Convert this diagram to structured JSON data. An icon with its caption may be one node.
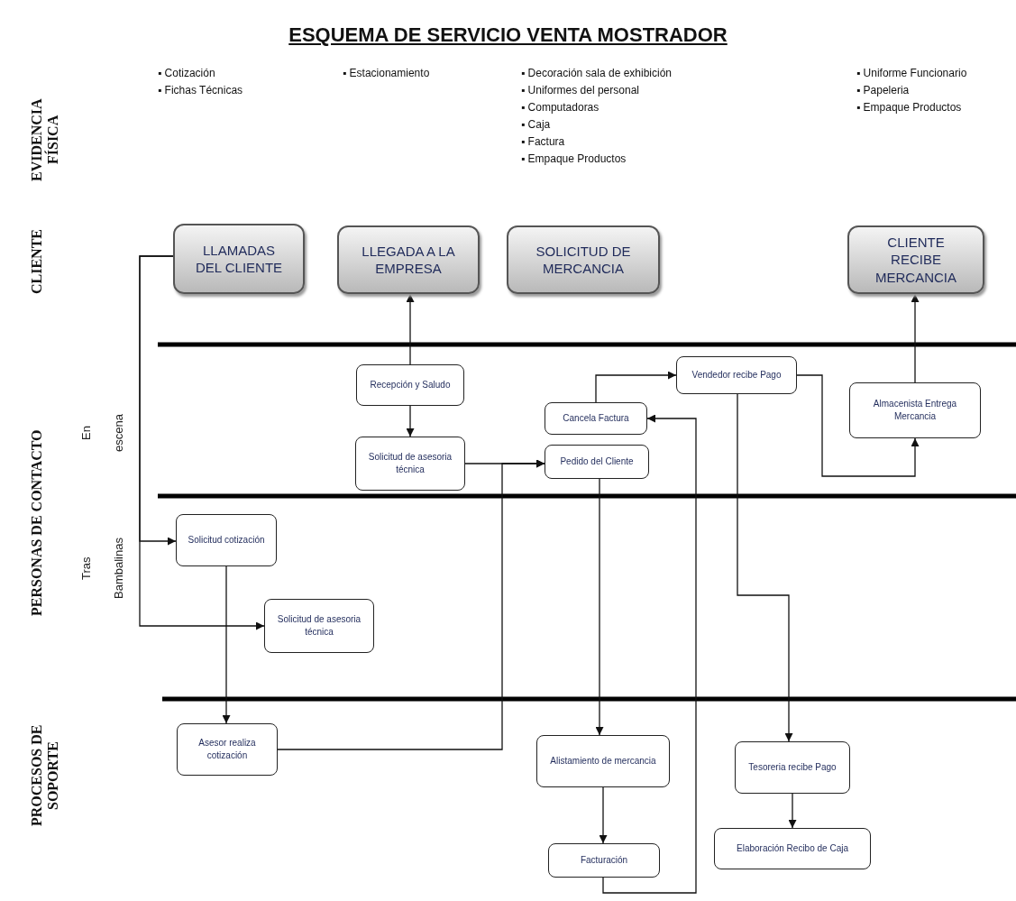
{
  "diagram": {
    "title": "ESQUEMA DE SERVICIO VENTA MOSTRADOR",
    "nodes": [
      {
        "text": [
          "LLAMADAS DEL CLIENTE"
        ]
      },
      {
        "text": [
          "LLEGADA A LA EMPRESA"
        ]
      },
      {
        "text": [
          "SOLICITUD DE MERCANCIA"
        ]
      },
      {
        "text": [
          "CLIENTE RECIBE MERCANCIA"
        ]
      },
      {
        "text": [
          "Recepción y Saludo"
        ]
      },
      {
        "text": [
          "Vendedor recibe Pago"
        ]
      },
      {
        "text": [
          "Cancela Factura"
        ]
      },
      {
        "text": [
          "Almacenista Entrega Mercancia"
        ]
      },
      {
        "text": [
          "Solicitud de asesoria técnica"
        ]
      },
      {
        "text": [
          "Pedido del Cliente"
        ]
      },
      {
        "text": [
          "Solicitud cotización"
        ]
      },
      {
        "text": [
          "Solicitud de asesoria técnica"
        ]
      },
      {
        "text": [
          "Asesor realiza cotización"
        ]
      },
      {
        "text": [
          "Alistamiento de mercancia"
        ]
      },
      {
        "text": [
          "Tesoreria recibe Pago"
        ]
      },
      {
        "text": [
          "Facturación"
        ]
      },
      {
        "text": [
          "Elaboración Recibo de Caja"
        ]
      }
    ],
    "edges": [
      {
        "from": 4,
        "to": 1,
        "arrow": "to"
      },
      {
        "from": 4,
        "to": 8,
        "arrow": "to"
      },
      {
        "from": 8,
        "to": 9,
        "arrow": "to"
      },
      {
        "from": 12,
        "to": 9,
        "arrow": "to"
      },
      {
        "from": 0,
        "to": 10,
        "arrow": "to"
      },
      {
        "from": 0,
        "to": 11,
        "arrow": "to"
      },
      {
        "from": 10,
        "to": 12,
        "arrow": "to"
      },
      {
        "from": 6,
        "to": 5,
        "arrow": "to"
      },
      {
        "from": 5,
        "to": 7,
        "arrow": "to"
      },
      {
        "from": 7,
        "to": 3,
        "arrow": "to"
      },
      {
        "from": 9,
        "to": 13,
        "arrow": "to"
      },
      {
        "from": 5,
        "to": 14,
        "arrow": "to"
      },
      {
        "from": 13,
        "to": 15,
        "arrow": "to"
      },
      {
        "from": 15,
        "to": 6,
        "arrow": "to"
      },
      {
        "from": 14,
        "to": 16,
        "arrow": "to"
      }
    ],
    "labels": [
      "EVIDENCIA FÍSICA",
      "▪ Cotización",
      "▪ Fichas Técnicas",
      "▪ Estacionamiento",
      "▪ Decoración sala de exhibición",
      "▪ Uniformes del personal",
      "▪ Computadoras",
      "▪ Caja",
      "▪ Factura",
      "▪ Empaque Productos",
      "▪ Uniforme Funcionario",
      "▪ Papeleria",
      "▪ Empaque Productos",
      "CLIENTE",
      "PERSONAS DE CONTACTO",
      "En escena",
      "Tras Bambalinas",
      "PROCESOS DE SOPORTE"
    ]
  }
}
